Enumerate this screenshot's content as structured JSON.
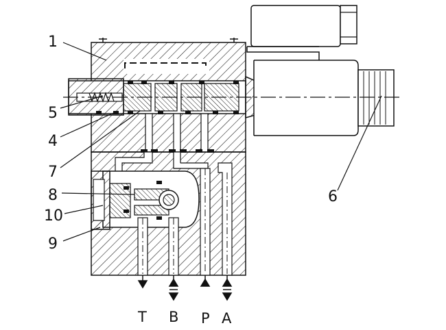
{
  "callouts": [
    {
      "id": "c1",
      "text": "1"
    },
    {
      "id": "c5",
      "text": "5"
    },
    {
      "id": "c4",
      "text": "4"
    },
    {
      "id": "c7",
      "text": "7"
    },
    {
      "id": "c8",
      "text": "8"
    },
    {
      "id": "c10",
      "text": "10"
    },
    {
      "id": "c9",
      "text": "9"
    },
    {
      "id": "c6",
      "text": "6"
    }
  ],
  "ports": [
    {
      "id": "T",
      "text": "T"
    },
    {
      "id": "B",
      "text": "B"
    },
    {
      "id": "P",
      "text": "P"
    },
    {
      "id": "A",
      "text": "A"
    }
  ],
  "colors": {
    "line": "#111111",
    "background": "#ffffff"
  }
}
